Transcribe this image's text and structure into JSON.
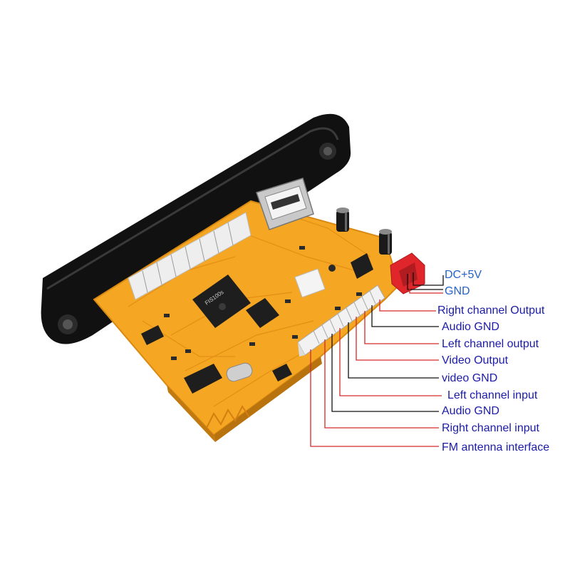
{
  "colors": {
    "pcb": "#f5a623",
    "pcb_trace": "#e0901a",
    "bezel": "#111111",
    "leader_red": "#d42a2a",
    "leader_dark": "#111111",
    "label_blue": "#1b1ba8",
    "power_label": "#2563c9",
    "power_plug": "#e0262a"
  },
  "labels": {
    "dc5v": "DC+5V",
    "gnd": "GND",
    "right_channel_output": "Right channel Output",
    "audio_gnd_1": "Audio GND",
    "left_channel_output": "Left channel output",
    "video_output": "Video Output",
    "video_gnd": "video GND",
    "left_channel_input": "Left channel input",
    "audio_gnd_2": "Audio GND",
    "right_channel_input": "Right channel input",
    "fm_antenna": "FM antenna interface"
  },
  "chip_marking": "FIS100s"
}
